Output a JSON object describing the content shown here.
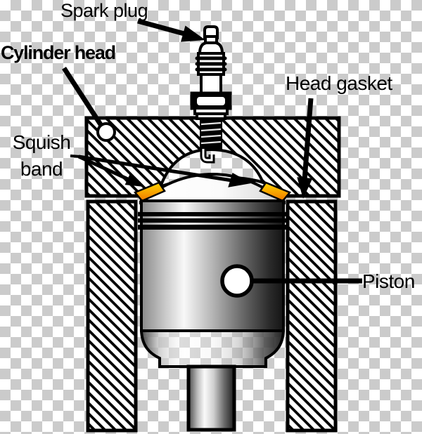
{
  "diagram": {
    "labels": {
      "spark_plug": "Spark plug",
      "cylinder_head": "Cylinder head",
      "head_gasket": "Head gasket",
      "squish_band": "Squish band",
      "piston": "Piston"
    },
    "colors": {
      "ink": "#000000",
      "checker_light": "#ffffff",
      "checker_dark": "#cbcbcb",
      "squish_band_yellow": "#ffd500",
      "squish_band_orange": "#f07800"
    }
  }
}
